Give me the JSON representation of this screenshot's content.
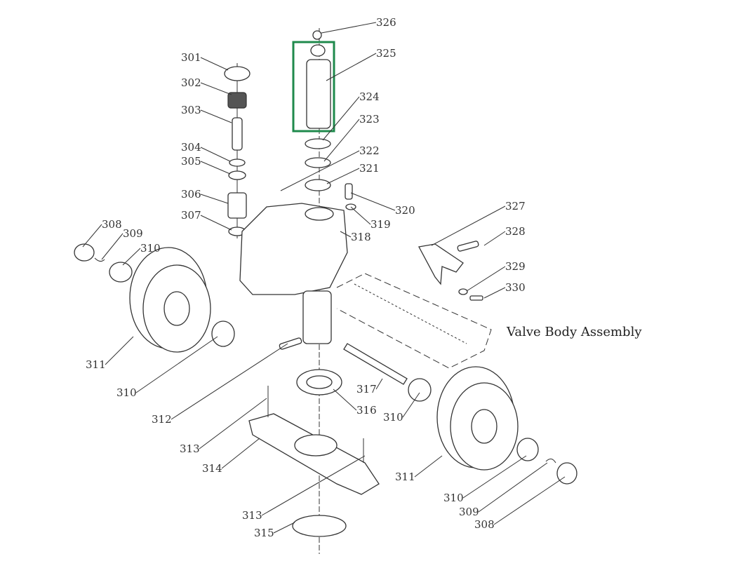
{
  "diagram": {
    "title": "Valve Body Assembly",
    "highlight_color": "#1f8a4c",
    "highlighted_part": "325",
    "callouts": [
      "326",
      "325",
      "301",
      "302",
      "303",
      "324",
      "323",
      "304",
      "305",
      "322",
      "321",
      "306",
      "320",
      "327",
      "307",
      "319",
      "318",
      "308",
      "309",
      "310",
      "328",
      "329",
      "330",
      "311",
      "310",
      "317",
      "316",
      "310",
      "312",
      "313",
      "314",
      "311",
      "310",
      "309",
      "308",
      "313",
      "315"
    ]
  }
}
